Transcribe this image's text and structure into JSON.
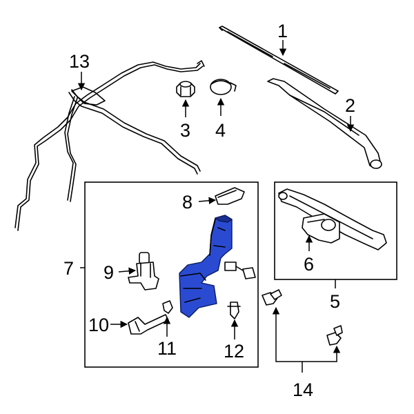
{
  "colors": {
    "highlight": "#2a4bd1",
    "highlight_dark": "#1b2f8f",
    "line": "#000000",
    "background": "#ffffff"
  },
  "callouts": {
    "c1": "1",
    "c2": "2",
    "c3": "3",
    "c4": "4",
    "c5": "5",
    "c6": "6",
    "c7": "7",
    "c8": "8",
    "c9": "9",
    "c10": "10",
    "c11": "11",
    "c12": "12",
    "c13": "13",
    "c14": "14"
  },
  "highlighted_part": "7"
}
